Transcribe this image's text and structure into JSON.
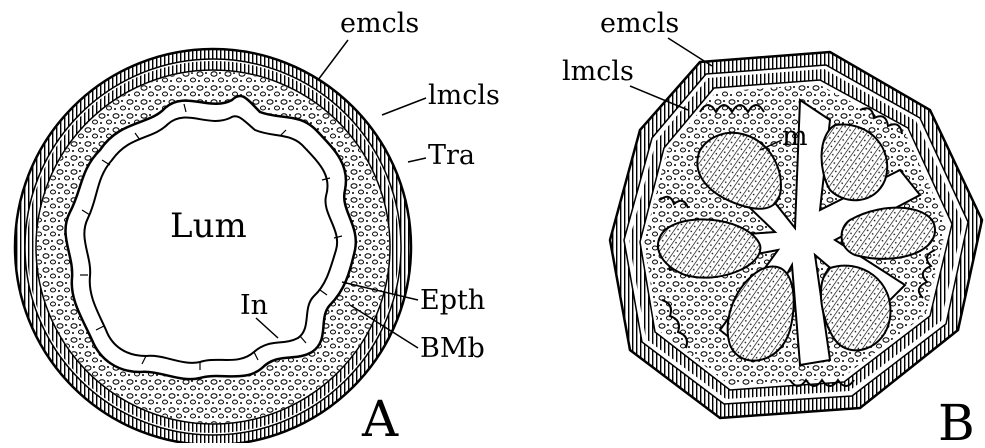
{
  "panel_a": {
    "letter": "A",
    "labels": {
      "emcls": "emcls",
      "lmcls": "lmcls",
      "tra": "Tra",
      "lum": "Lum",
      "in": "In",
      "epth": "Epth",
      "bmb": "BMb"
    }
  },
  "panel_b": {
    "letter": "B",
    "labels": {
      "emcls": "emcls",
      "lmcls": "lmcls",
      "m": "m"
    }
  }
}
